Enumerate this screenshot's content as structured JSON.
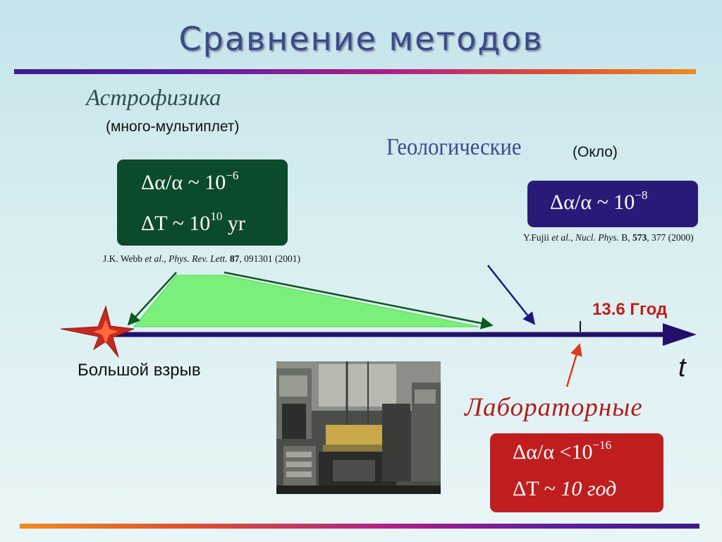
{
  "slide": {
    "title": "Сравнение методов"
  },
  "astrophysics": {
    "title": "Астрофизика",
    "subtitle": "(много-мультиплет)",
    "line1_prefix": "Δα/α ~ 10",
    "line1_exp": "−6",
    "line2_prefix": "ΔT  ~ 10",
    "line2_exp": "10",
    "line2_suffix": " yr",
    "reference": {
      "authors": "J.K. Webb ",
      "etal": "et al",
      "journal": "Phys. Rev. Lett.",
      "volume": "87",
      "rest": ", 091301 (2001)"
    }
  },
  "geological": {
    "title": "Геологические",
    "subtitle": "(Окло)",
    "line1_prefix": "Δα/α ~ 10",
    "line1_exp": "−8",
    "reference": {
      "authors": "Y.Fujii ",
      "etal": "et al., Nucl. Phys.",
      "series": " B, ",
      "volume": "573",
      "rest": ", 377 (2000)"
    }
  },
  "laboratory": {
    "title": "Лабораторные",
    "line1_prefix": "Δα/α <10",
    "line1_exp": "−16",
    "line2_prefix": "ΔT ~ ",
    "line2_value": "10 год"
  },
  "timeline": {
    "age_label": "13.6 Ггод",
    "axis_label": "t",
    "start_label": "Большой взрыв"
  },
  "colors": {
    "green_box": "#0b4a2a",
    "blue_box": "#2a1a78",
    "red_box": "#c01e1e",
    "axis": "#24106a",
    "interval": "#7af07a"
  },
  "icons": {
    "explosion": "starburst-icon",
    "photo": "laboratory-equipment-photo"
  }
}
